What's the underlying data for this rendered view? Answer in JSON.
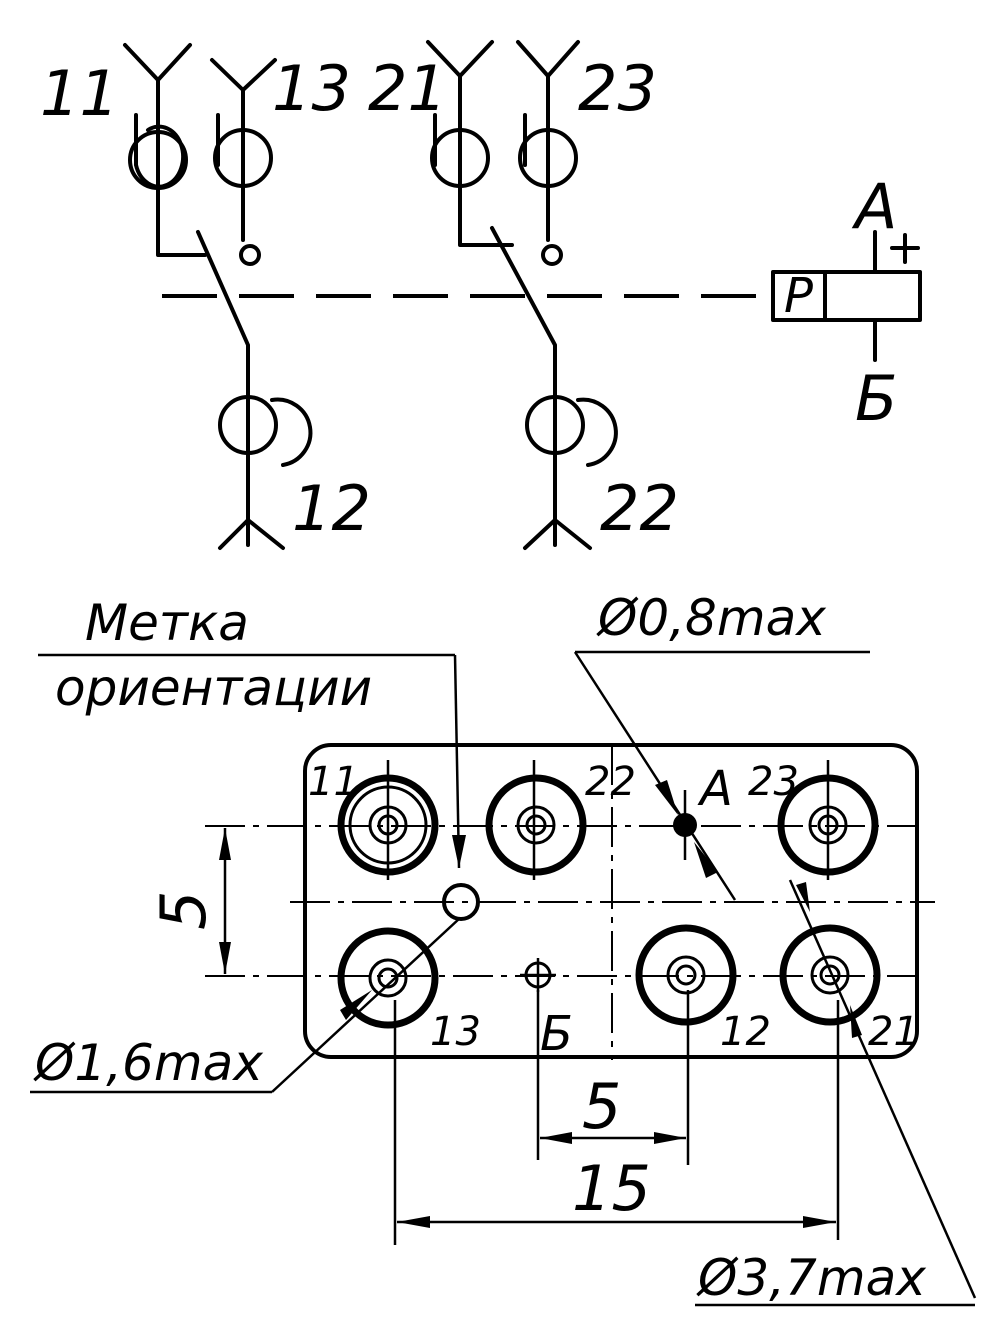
{
  "schematic": {
    "contacts": [
      "11",
      "13",
      "12",
      "21",
      "23",
      "22"
    ],
    "coil": {
      "label": "P",
      "terminal_top": "A",
      "terminal_bottom": "Б",
      "polarity": "+"
    }
  },
  "footprint": {
    "orientation_mark_label_line1": "Метка",
    "orientation_mark_label_line2": "ориентации",
    "pin_labels": [
      "11",
      "22",
      "A",
      "23",
      "13",
      "Б",
      "12",
      "21"
    ],
    "dim_pitch_vertical": "5",
    "dim_pitch_horizontal": "5",
    "dim_span_15": "15",
    "dia_small_hole": "Ø0,8max",
    "dia_pad": "Ø1,6max",
    "dia_outer": "Ø3,7max"
  }
}
